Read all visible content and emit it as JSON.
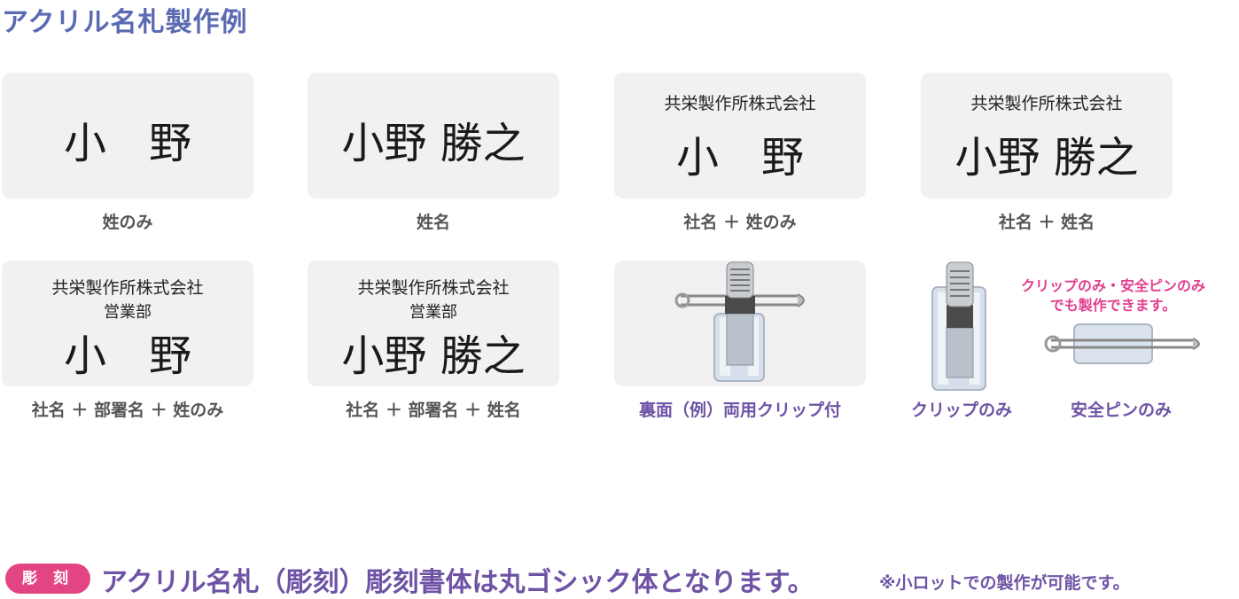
{
  "title": "アクリル名札製作例",
  "samples": [
    {
      "name": "小　野",
      "caption": "姓のみ"
    },
    {
      "name": "小野 勝之",
      "caption": "姓名"
    },
    {
      "company": "共栄製作所株式会社",
      "name": "小　野",
      "caption": "社名 ＋ 姓のみ"
    },
    {
      "company": "共栄製作所株式会社",
      "name": "小野 勝之",
      "caption": "社名 ＋ 姓名"
    },
    {
      "company": "共栄製作所株式会社",
      "dept": "営業部",
      "name": "小　野",
      "caption": "社名 ＋ 部署名 ＋ 姓のみ"
    },
    {
      "company": "共栄製作所株式会社",
      "dept": "営業部",
      "name": "小野 勝之",
      "caption": "社名 ＋ 部署名 ＋ 姓名"
    }
  ],
  "clips": {
    "both_caption": "裏面（例）両用クリップ付",
    "clip_only_caption": "クリップのみ",
    "pin_only_caption": "安全ピンのみ",
    "note_line1": "クリップのみ・安全ピンのみ",
    "note_line2": "でも製作できます。"
  },
  "footer": {
    "badge": "彫 刻",
    "main": "アクリル名札（彫刻）彫刻書体は丸ゴシック体となります。",
    "note": "※小ロットでの製作が可能です。"
  },
  "colors": {
    "title": "#5b6ab2",
    "purple": "#6e53a5",
    "pink": "#e34583",
    "card": "#f2f0f0"
  }
}
